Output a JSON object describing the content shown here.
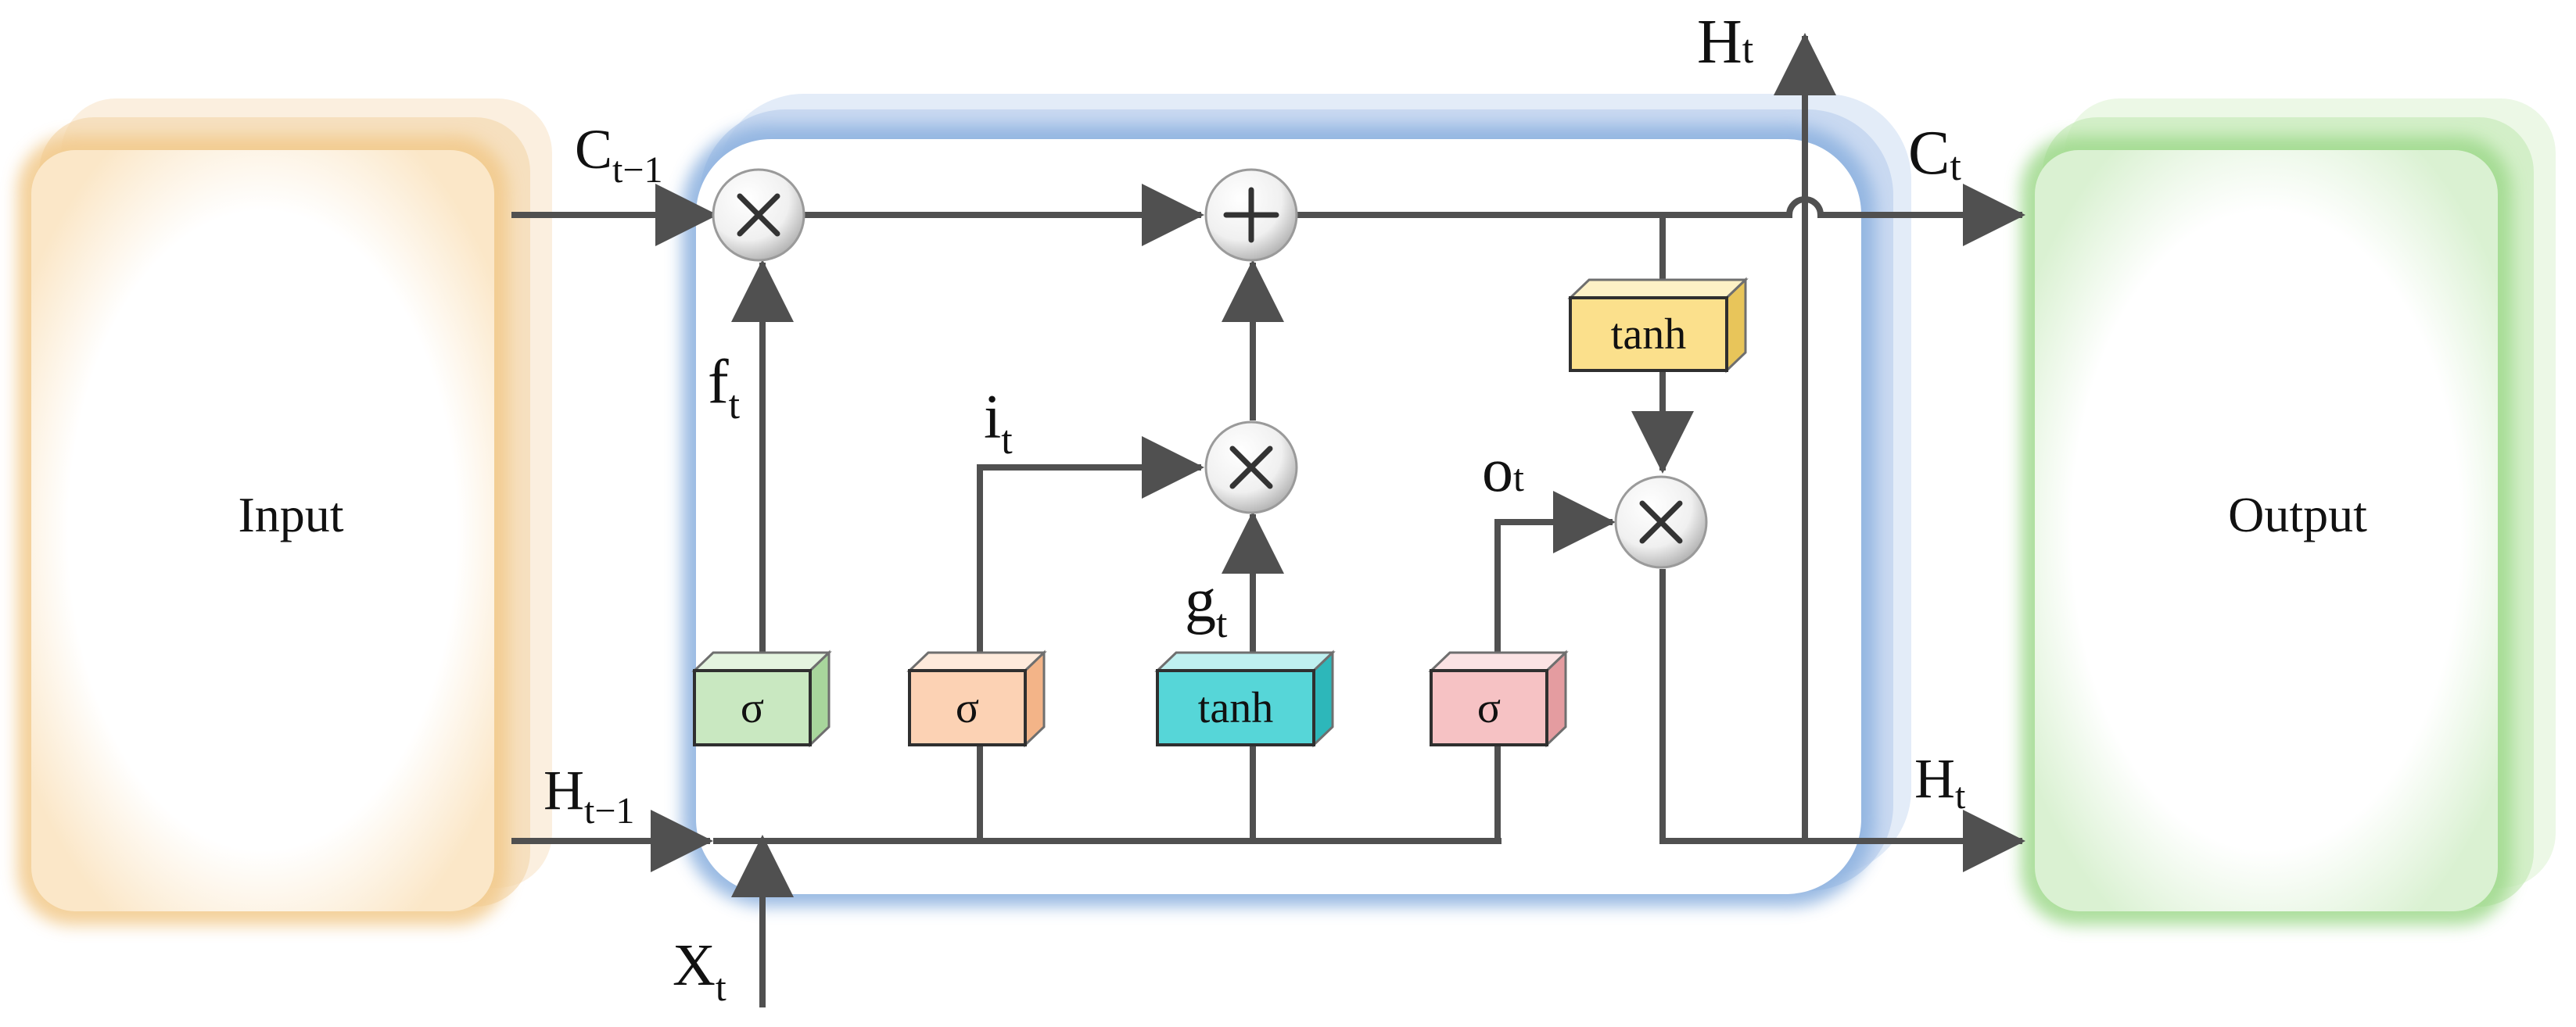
{
  "blocks": {
    "input": "Input",
    "output": "Output"
  },
  "gates": {
    "forget": "σ",
    "input": "σ",
    "candidate": "tanh",
    "output": "σ",
    "cell_tanh": "tanh"
  },
  "labels": {
    "c_prev": {
      "base": "C",
      "sub": "t−1"
    },
    "h_prev": {
      "base": "H",
      "sub": "t−1"
    },
    "x_t": {
      "base": "X",
      "sub": "t"
    },
    "f_t": {
      "base": "f",
      "sub": "t"
    },
    "i_t": {
      "base": "i",
      "sub": "t"
    },
    "g_t": {
      "base": "g",
      "sub": "t"
    },
    "o_t": {
      "base": "o",
      "sub": "t"
    },
    "c_t": {
      "base": "C",
      "sub": "t"
    },
    "h_t_top": {
      "base": "H",
      "sub": "t"
    },
    "h_t_right": {
      "base": "H",
      "sub": "t"
    }
  },
  "colors": {
    "input_block": "#f2c98a",
    "output_block": "#9fd98c",
    "cell_block": "#8fb3e0",
    "line": "#505050",
    "sigma_forget": "#c9e8c1",
    "sigma_input": "#fcd2b4",
    "tanh_candidate": "#56d6d8",
    "sigma_output": "#f6c2c4",
    "tanh_cell": "#fbe08c"
  }
}
